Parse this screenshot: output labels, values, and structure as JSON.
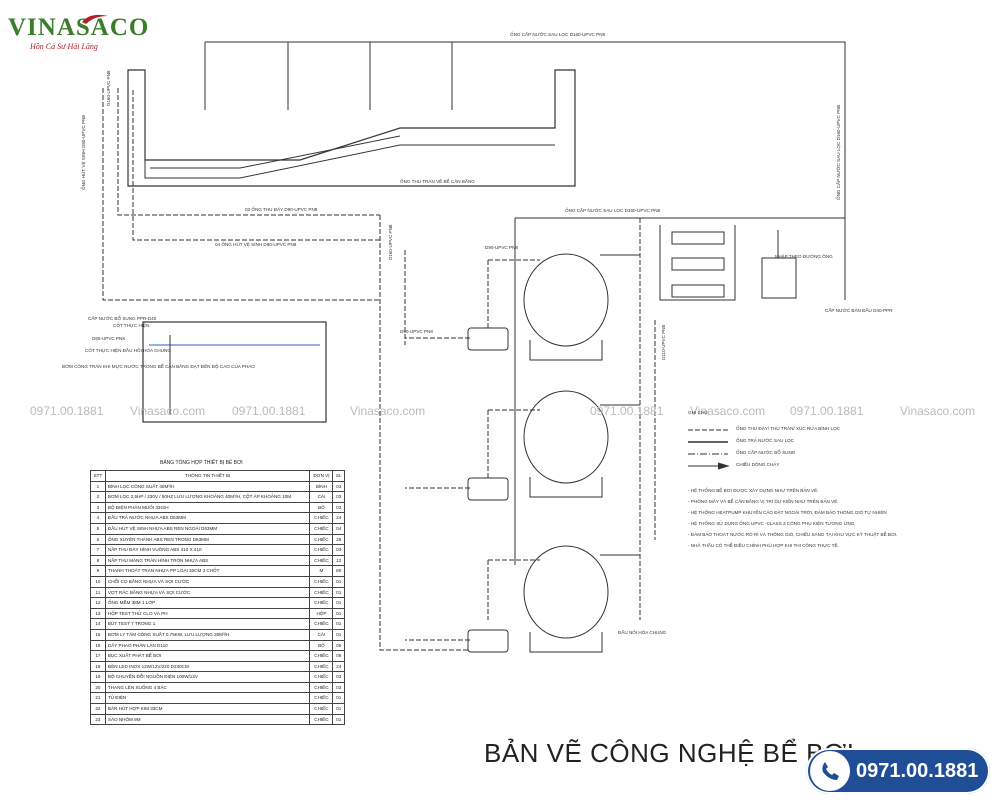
{
  "logo": {
    "name": "VINASACO",
    "tagline": "Hồn Cá Sư Hải Lăng"
  },
  "title": "BẢN VẼ CÔNG NGHỆ BỂ BƠI",
  "phone": "0971.00.1881",
  "watermarks": [
    "0971.00.1881",
    "Vinasaco.com",
    "0971.00.1881",
    "Vinasaco.com",
    "0971.00.1881",
    "Vinasaco.com",
    "0971.00.1881",
    "Vinasaco.com"
  ],
  "labels": {
    "top_supply": "ỐNG CẤP NƯỚC SAU LỌC D160-UPVC PN8",
    "left_suction": "ỐNG HÚT VỆ SINH D80-UPVC PN8",
    "left_pipe": "D160-UPVC PN8",
    "mid_d160": "D160-UPVC PN8",
    "overflow": "ỐNG THU TRÀN VỀ BỂ CÂN BẰNG",
    "bottom_drain": "03 ỐNG THU ĐÁY D90-UPVC PN8",
    "suction_04": "04 ỐNG HÚT VỆ SINH D90-UPVC PN8",
    "filter_supply": "ỐNG CẤP NƯỚC SAU LỌC D160-UPVC PN8",
    "right_supply": "ỐNG CẤP NƯỚC SAU LỌC D160-UPVC PN8",
    "extra_water": "CẤP NƯỚC BỔ SUNG PPR-D40",
    "float_valve": "CỐT THỰC HIỆN",
    "d65": "D65-UPVC PN8",
    "wash_out": "CỐT THỰC HIỆN ĐẦU HỒI HÓA CHUNG",
    "d90_1": "D90-UPVC PN8",
    "d110": "D110-UPVC PN8",
    "d90_top": "D90-UPVC PN8",
    "chem": "NHẬP THEO ĐƯỜNG ÔNG",
    "chem2": "CẤP NƯỚC BÁN ĐẦU D40-PPR",
    "drain_end": "ĐẦU NỐI HÓA CHUNG",
    "bom_note": "BƠM CÔNG TRÀN KHI MỰC NƯỚC TRONG BỂ CÂN BẰNG ĐẠT ĐẾN ĐỘ CAO CỦA PHAO"
  },
  "bom": {
    "title": "BẢNG TỔNG HỢP THIẾT BỊ BỂ BƠI",
    "headers": [
      "STT",
      "THÔNG TIN THIẾT BỊ",
      "ĐƠN VỊ",
      "SL"
    ],
    "rows": [
      [
        "1",
        "BÌNH LỌC CÔNG SUẤT 40M³/H",
        "BÌNH",
        "03"
      ],
      [
        "2",
        "BƠM LỌC 2,5HP / 230V / 50HZ\nLƯU LƯỢNG KHOẢNG 40M³/H, CỘT ÁP KHOẢNG 10M",
        "CÁI",
        "03"
      ],
      [
        "3",
        "BỘ ĐIỆN PHÂN MUỐI 33G/H",
        "BỘ",
        "03"
      ],
      [
        "4",
        "ĐẦU TRẢ NƯỚC NHỰA ABS D63MM",
        "CHIẾC",
        "24"
      ],
      [
        "5",
        "ĐẦU HÚT VỆ SINH NHỰA ABS REN NGOÀI D63MM",
        "CHIẾC",
        "04"
      ],
      [
        "6",
        "ỐNG XUYÊN THÀNH ABS REN TRONG D63MM",
        "CHIẾC",
        "28"
      ],
      [
        "7",
        "NẮP THU ĐÁY HÌNH VUÔNG ABS 410 X 410",
        "CHIẾC",
        "03"
      ],
      [
        "8",
        "NẮP THU MÁNG TRÀN HÌNH TRÒN NHỰA ABS",
        "CHIẾC",
        "12"
      ],
      [
        "9",
        "THANH THOÁT TRÀN NHỰA PP LOẠI 30CM 3 CHỐT",
        "M",
        "80"
      ],
      [
        "10",
        "CHỔI CỌ BẰNG NHỰA VÀ SỢI CƯỚC",
        "CHIẾC",
        "01"
      ],
      [
        "11",
        "VỢT RÁC BẰNG NHỰA VÀ SỢI CƯỚC",
        "CHIẾC",
        "01"
      ],
      [
        "12",
        "ỐNG MỀM 38M 1 LỚP",
        "CHIẾC",
        "01"
      ],
      [
        "13",
        "HỘP TEST THỬ CLO VÀ PH",
        "HỘP",
        "01"
      ],
      [
        "14",
        "BÚT TEST 7 TRONG 1",
        "CHIẾC",
        "01"
      ],
      [
        "15",
        "BƠM LY TÂM CÔNG SUẤT 0.75KW, LƯU LƯỢNG 30M³/H",
        "CÁI",
        "01"
      ],
      [
        "16",
        "DÂY PHAO PHÂN LÀN D110",
        "BỘ",
        "05"
      ],
      [
        "17",
        "BỤC XUẤT PHÁT BỂ BƠI",
        "CHIẾC",
        "06"
      ],
      [
        "18",
        "ĐÈN LED INOX 12W/12V/220 D230CM",
        "CHIẾC",
        "24"
      ],
      [
        "19",
        "BỘ CHUYỂN ĐỔI NGUỒN ĐIỆN 100W/12V",
        "CHIẾC",
        "03"
      ],
      [
        "20",
        "THANG LÊN XUỐNG 4 BẬC",
        "CHIẾC",
        "03"
      ],
      [
        "21",
        "TỦ ĐIỆN",
        "CHIẾC",
        "01"
      ],
      [
        "22",
        "BÀN HÚT HỢP KIM 33CM",
        "CHIẾC",
        "01"
      ],
      [
        "23",
        "SÀO NHÔM 9M",
        "CHIẾC",
        "01"
      ]
    ]
  },
  "legend": {
    "title": "GHI CHÚ:",
    "items": [
      "ỐNG THU ĐÁY/ THU TRÀN/ XÚC RỬA BÌNH LỌC",
      "ỐNG TRẢ NƯỚC SAU LỌC",
      "ỐNG CẤP NƯỚC BỔ SUNG",
      "CHIỀU DÒNG CHẢY"
    ],
    "notes": [
      "- HỆ THỐNG BỂ BƠI ĐƯỢC XÂY DỰNG NHƯ TRÊN BẢN VẼ.",
      "- PHÒNG MÁY VÀ BỂ CÂN BẰNG VỊ TRÍ DỰ KIẾN NHƯ TRÊN BẢN VẼ.",
      "- HỆ THỐNG HEATPUMP KHUYẾN CÁO ĐẶT NGOÀI TRỜI, ĐẢM BẢO THÔNG GIÓ TỰ NHIÊN",
      "- HỆ THỐNG SỬ DỤNG ỐNG UPVC -CLASS 3 CÔNG PHỤ KIỆN TƯƠNG ỨNG",
      "- ĐẢM BẢO THOÁT NƯỚC RÒ RỈ VÀ THÔNG GIÓ, CHIẾU SÁNG TẠI KHU VỰC KỸ THUẬT BỂ BƠI.",
      "- NHÀ THẦU CÓ THỂ ĐIỀU CHỈNH PHÙ HỢP KHI THI CÔNG THỰC TẾ."
    ]
  }
}
